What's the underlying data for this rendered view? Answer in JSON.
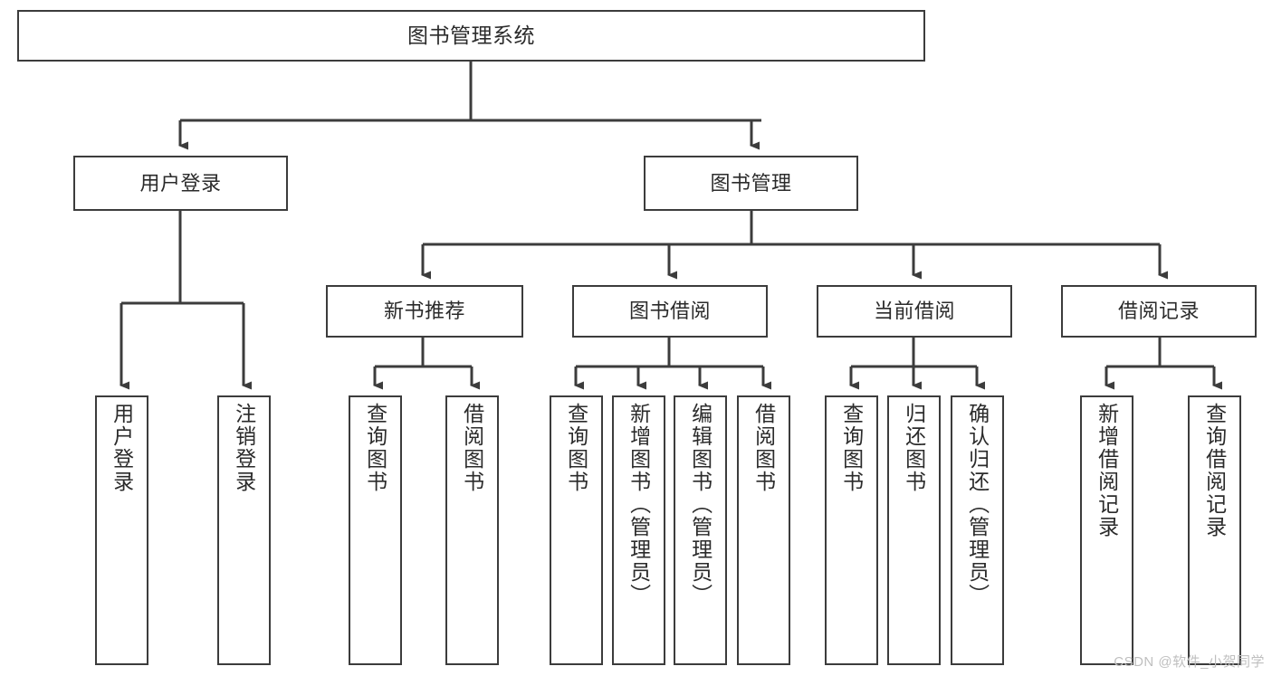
{
  "diagram": {
    "title": "图书管理系统",
    "type": "tree",
    "background_color": "#ffffff",
    "line_color": "#3c3c3c",
    "text_color": "#2b2b2b",
    "root": {
      "id": "root",
      "label": "图书管理系统"
    },
    "level2": [
      {
        "id": "user-login",
        "label": "用户登录"
      },
      {
        "id": "book-manage",
        "label": "图书管理"
      }
    ],
    "level3": [
      {
        "id": "new-book-recommend",
        "label": "新书推荐"
      },
      {
        "id": "book-borrow",
        "label": "图书借阅"
      },
      {
        "id": "current-borrow",
        "label": "当前借阅"
      },
      {
        "id": "borrow-record",
        "label": "借阅记录"
      }
    ],
    "leaves": {
      "user_login": [
        {
          "id": "leaf-user-login",
          "label": "用户登录"
        },
        {
          "id": "leaf-logout-login",
          "label": "注销登录"
        }
      ],
      "new_book_recommend": [
        {
          "id": "leaf-query-book-1",
          "label": "查询图书"
        },
        {
          "id": "leaf-borrow-book-1",
          "label": "借阅图书"
        }
      ],
      "book_borrow": [
        {
          "id": "leaf-query-book-2",
          "label": "查询图书"
        },
        {
          "id": "leaf-add-book",
          "label": "新增图书（管理员）"
        },
        {
          "id": "leaf-edit-book",
          "label": "编辑图书（管理员）"
        },
        {
          "id": "leaf-borrow-book-2",
          "label": "借阅图书"
        }
      ],
      "current_borrow": [
        {
          "id": "leaf-query-book-3",
          "label": "查询图书"
        },
        {
          "id": "leaf-return-book",
          "label": "归还图书"
        },
        {
          "id": "leaf-confirm-return",
          "label": "确认归还（管理员）"
        }
      ],
      "borrow_record": [
        {
          "id": "leaf-add-record",
          "label": "新增借阅记录"
        },
        {
          "id": "leaf-query-record",
          "label": "查询借阅记录"
        }
      ]
    }
  },
  "watermark": {
    "text": "CSDN @软件_小贺同学"
  }
}
